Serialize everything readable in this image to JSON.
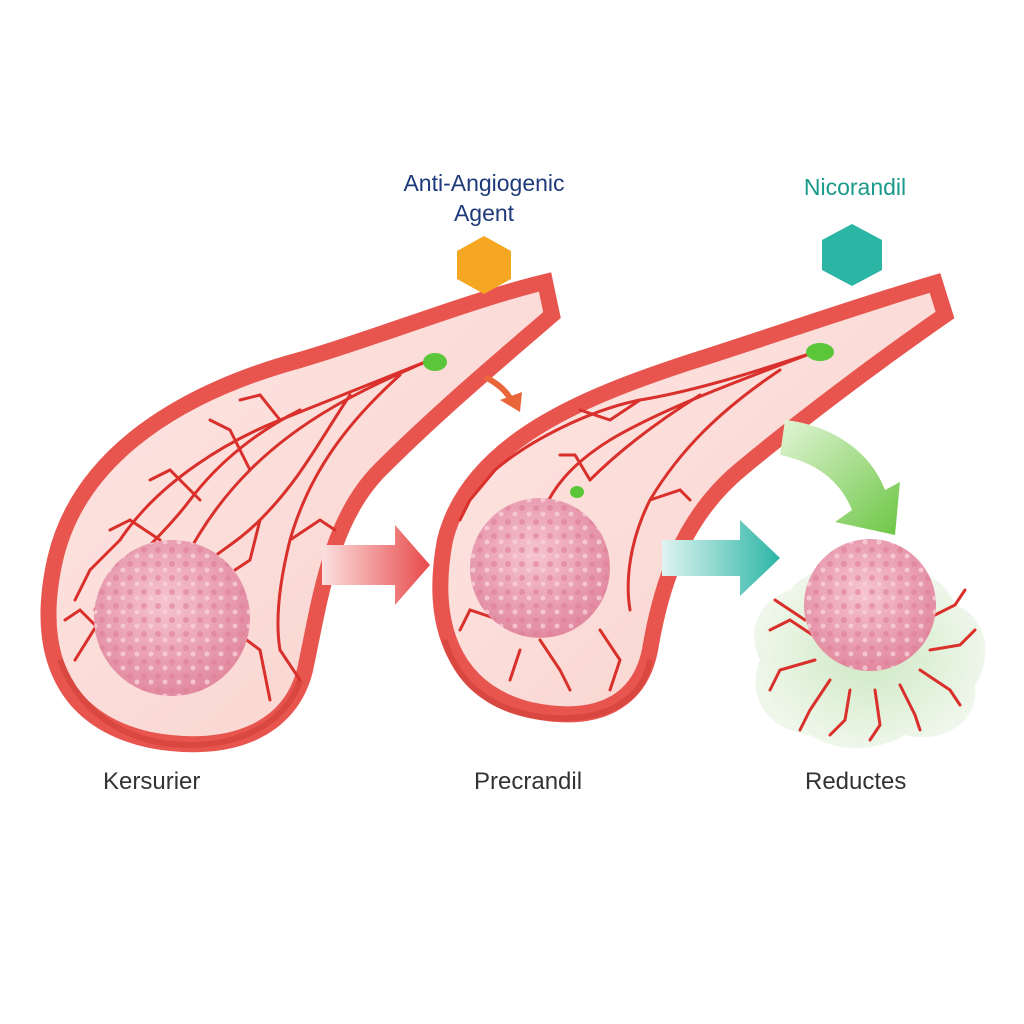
{
  "agents": {
    "anti_angiogenic": {
      "label_line1": "Anti-Angiogenic",
      "label_line2": "Agent",
      "color": "#1e3a7a",
      "hex_color": "#f5a623"
    },
    "nicorandil": {
      "label": "Nicorandil",
      "color": "#1a9a8a",
      "hex_color": "#2bb5a5"
    }
  },
  "stages": [
    {
      "label": "Kersurier"
    },
    {
      "label": "Precrandil"
    },
    {
      "label": "Reductes"
    }
  ],
  "colors": {
    "vessel": "#e8554f",
    "tumor": "#f0a8b8",
    "red_arrow": "#e84a4a",
    "teal_arrow": "#2bb5a5",
    "green_arrow": "#6cc644",
    "halo": "#d8ecd0"
  }
}
